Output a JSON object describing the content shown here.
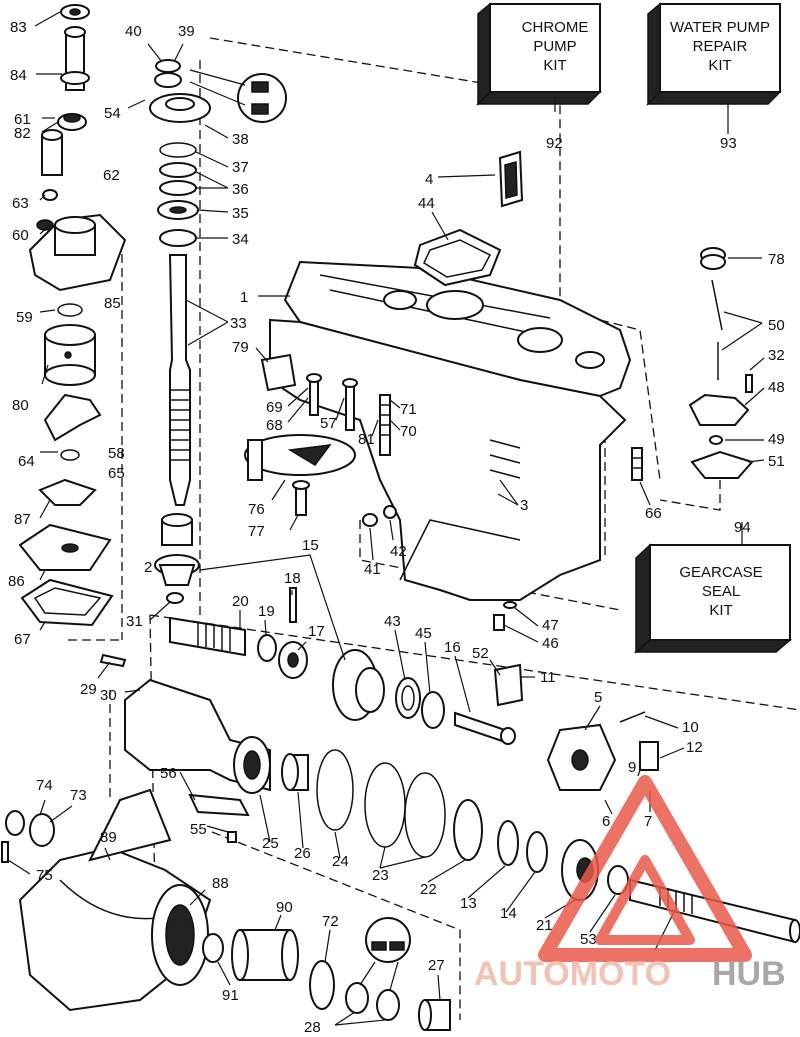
{
  "kits": [
    {
      "id": "chrome",
      "lines": [
        "CHROME",
        "PUMP",
        "KIT"
      ],
      "number": "92"
    },
    {
      "id": "water",
      "lines": [
        "WATER PUMP",
        "REPAIR",
        "KIT"
      ],
      "number": "93"
    },
    {
      "id": "gearcase",
      "lines": [
        "GEARCASE",
        "SEAL",
        "KIT"
      ],
      "number": "94"
    }
  ],
  "callouts": [
    "83",
    "84",
    "40",
    "39",
    "54",
    "61",
    "82",
    "38",
    "37",
    "36",
    "35",
    "34",
    "62",
    "63",
    "60",
    "59",
    "85",
    "33",
    "80",
    "79",
    "1",
    "64",
    "58",
    "65",
    "87",
    "86",
    "67",
    "69",
    "68",
    "57",
    "81",
    "71",
    "70",
    "76",
    "77",
    "3",
    "42",
    "41",
    "2",
    "31",
    "20",
    "19",
    "18",
    "17",
    "15",
    "43",
    "45",
    "16",
    "52",
    "11",
    "47",
    "46",
    "5",
    "10",
    "12",
    "9",
    "7",
    "6",
    "29",
    "30",
    "56",
    "55",
    "25",
    "26",
    "24",
    "23",
    "22",
    "13",
    "14",
    "21",
    "53",
    "74",
    "73",
    "75",
    "89",
    "88",
    "90",
    "72",
    "27",
    "91",
    "28",
    "4",
    "44",
    "78",
    "50",
    "32",
    "48",
    "49",
    "51",
    "66"
  ],
  "watermark": {
    "part1": "AUTOMOTO",
    "part2": "HUB"
  }
}
